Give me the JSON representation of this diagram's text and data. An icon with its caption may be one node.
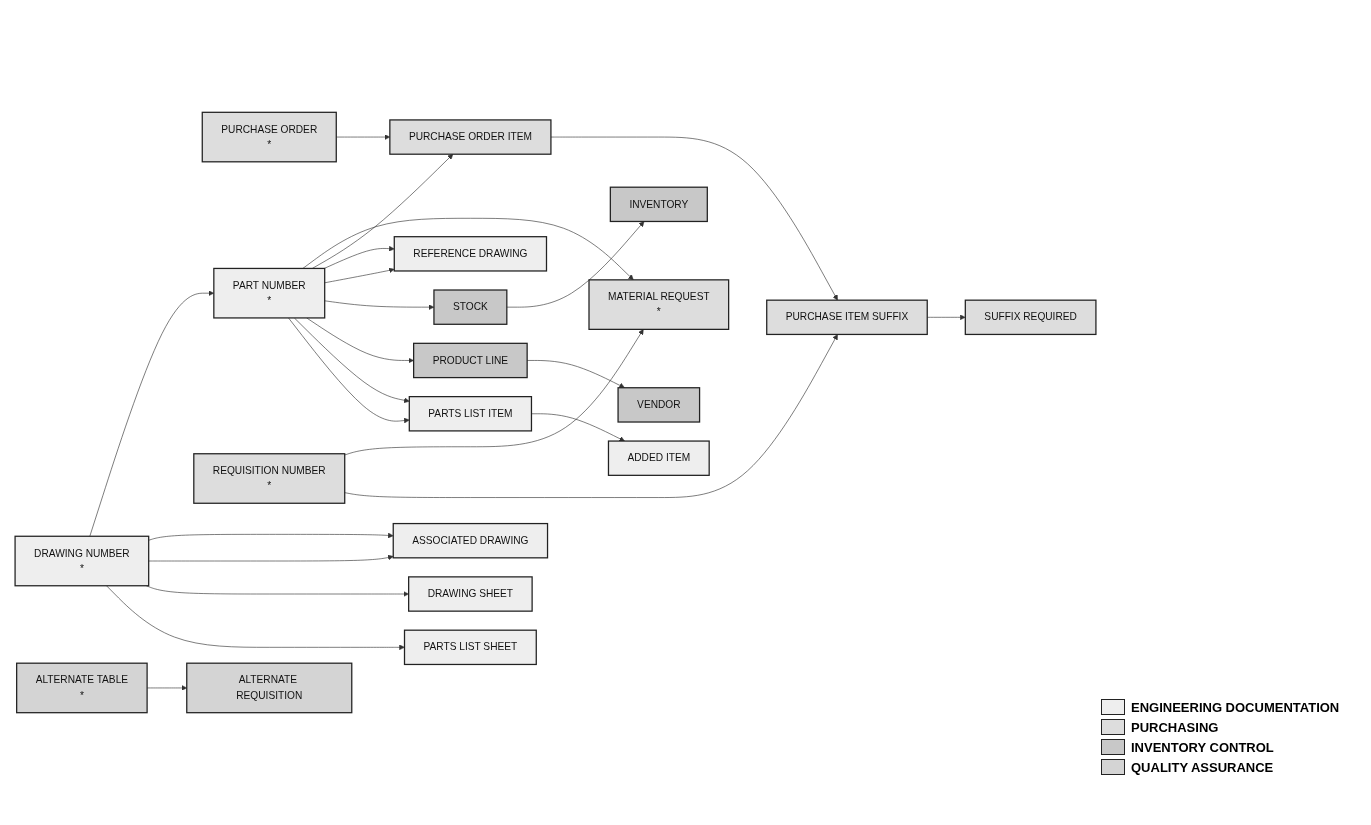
{
  "diagram": {
    "nodes": [
      {
        "text": [
          "PURCHASE ORDER",
          "*"
        ]
      },
      {
        "text": [
          "MATERIAL REQUEST",
          "*"
        ]
      },
      {
        "text": [
          "PART NUMBER",
          "*"
        ]
      },
      {
        "text": [
          "DRAWING NUMBER",
          "*"
        ]
      },
      {
        "text": [
          "PURCHASE ORDER ITEM"
        ]
      },
      {
        "text": [
          "REQUISITION NUMBER",
          "*"
        ]
      },
      {
        "text": [
          "REFERENCE DRAWING"
        ]
      },
      {
        "text": [
          "PARTS LIST ITEM"
        ]
      },
      {
        "text": [
          "ASSOCIATED DRAWING"
        ]
      },
      {
        "text": [
          "PURCHASE ITEM SUFFIX"
        ]
      },
      {
        "text": [
          "STOCK"
        ]
      },
      {
        "text": [
          "PRODUCT LINE"
        ]
      },
      {
        "text": [
          "ADDED ITEM"
        ]
      },
      {
        "text": [
          "DRAWING SHEET"
        ]
      },
      {
        "text": [
          "SUFFIX REQUIRED"
        ]
      },
      {
        "text": [
          "INVENTORY"
        ]
      },
      {
        "text": [
          "VENDOR"
        ]
      },
      {
        "text": [
          "PARTS LIST SHEET"
        ]
      },
      {
        "text": [
          "ALTERNATE TABLE",
          "*"
        ]
      },
      {
        "text": [
          "ALTERNATE REQUISITION"
        ]
      }
    ],
    "edges": [
      {
        "from": 2,
        "to": 1,
        "arrow": "to"
      },
      {
        "from": 2,
        "to": 4,
        "arrow": "to"
      },
      {
        "from": 2,
        "to": 6,
        "arrow": "to"
      },
      {
        "from": 2,
        "to": 6,
        "arrow": "to"
      },
      {
        "from": 2,
        "to": 10,
        "arrow": "to"
      },
      {
        "from": 2,
        "to": 11,
        "arrow": "to"
      },
      {
        "from": 2,
        "to": 7,
        "arrow": "to"
      },
      {
        "from": 2,
        "to": 7,
        "arrow": "to"
      },
      {
        "from": 3,
        "to": 2,
        "arrow": "to"
      },
      {
        "from": 3,
        "to": 8,
        "arrow": "to"
      },
      {
        "from": 3,
        "to": 8,
        "arrow": "to"
      },
      {
        "from": 3,
        "to": 13,
        "arrow": "to"
      },
      {
        "from": 3,
        "to": 17,
        "arrow": "to"
      },
      {
        "from": 0,
        "to": 4,
        "arrow": "to"
      },
      {
        "from": 5,
        "to": 1,
        "arrow": "to"
      },
      {
        "from": 4,
        "to": 9,
        "arrow": "to"
      },
      {
        "from": 5,
        "to": 9,
        "arrow": "to"
      },
      {
        "from": 9,
        "to": 14,
        "arrow": "to"
      },
      {
        "from": 10,
        "to": 15,
        "arrow": "to"
      },
      {
        "from": 11,
        "to": 16,
        "arrow": "to"
      },
      {
        "from": 7,
        "to": 12,
        "arrow": "to"
      },
      {
        "from": 18,
        "to": 19,
        "arrow": "to"
      }
    ],
    "legend": [
      {
        "text": "ENGINEERING DOCUMENTATION",
        "color": "#eeeeee"
      },
      {
        "text": "PURCHASING",
        "color": "#dddddd"
      },
      {
        "text": "INVENTORY CONTROL",
        "color": "#c8c8c8"
      },
      {
        "text": "QUALITY ASSURANCE",
        "color": "#d4d4d4"
      }
    ]
  }
}
